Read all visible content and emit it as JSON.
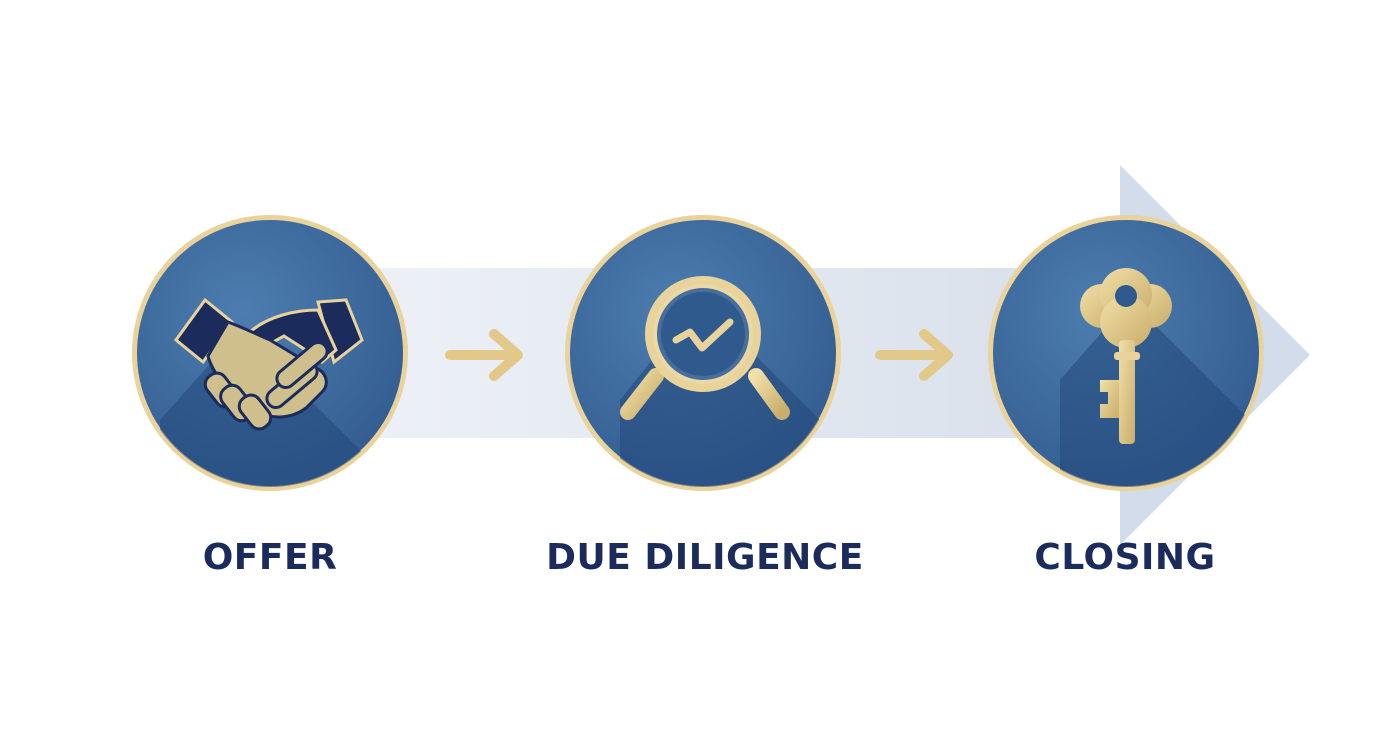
{
  "steps": [
    {
      "label": "OFFER",
      "icon": "handshake-icon"
    },
    {
      "label": "DUE DILIGENCE",
      "icon": "magnifier-check-icon"
    },
    {
      "label": "CLOSING",
      "icon": "key-icon"
    }
  ],
  "connectors": [
    "arrow-right-icon",
    "arrow-right-icon"
  ],
  "colors": {
    "circle_fill": "#3f6b9f",
    "circle_border": "#e9d39b",
    "icon_gold": "#d8c48a",
    "icon_navy": "#1b2b5c",
    "band": "#dde4ee",
    "label_text": "#1b2b5c"
  }
}
